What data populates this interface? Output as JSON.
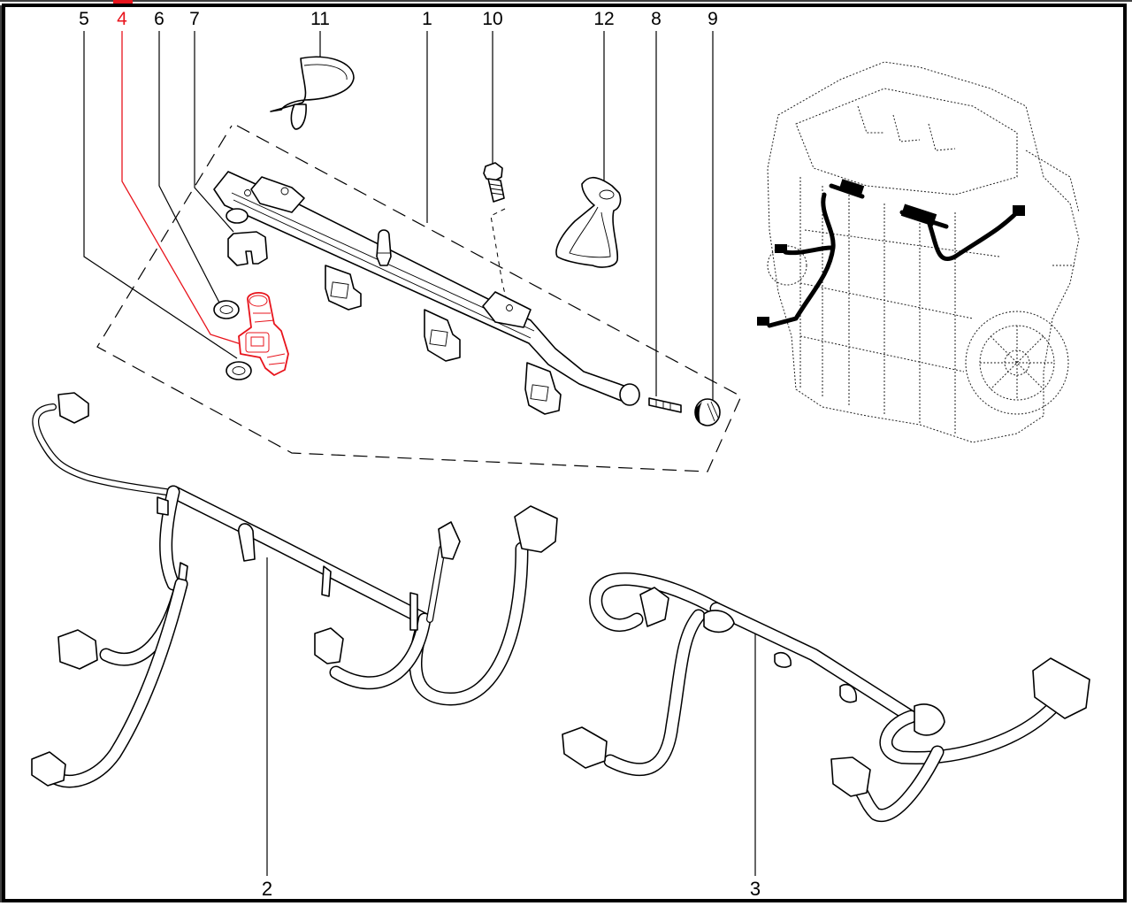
{
  "diagram": {
    "highlight_color": "#e8141c",
    "line_color": "#000000",
    "highlighted_part": "4",
    "callouts_top": [
      {
        "id": "5",
        "label": "5",
        "highlighted": false
      },
      {
        "id": "4",
        "label": "4",
        "highlighted": true
      },
      {
        "id": "6",
        "label": "6",
        "highlighted": false
      },
      {
        "id": "7",
        "label": "7",
        "highlighted": false
      },
      {
        "id": "11",
        "label": "11",
        "highlighted": false
      },
      {
        "id": "1",
        "label": "1",
        "highlighted": false
      },
      {
        "id": "10",
        "label": "10",
        "highlighted": false
      },
      {
        "id": "12",
        "label": "12",
        "highlighted": false
      },
      {
        "id": "8",
        "label": "8",
        "highlighted": false
      },
      {
        "id": "9",
        "label": "9",
        "highlighted": false
      }
    ],
    "callouts_bottom": [
      {
        "id": "2",
        "label": "2",
        "highlighted": false
      },
      {
        "id": "3",
        "label": "3",
        "highlighted": false
      }
    ]
  }
}
